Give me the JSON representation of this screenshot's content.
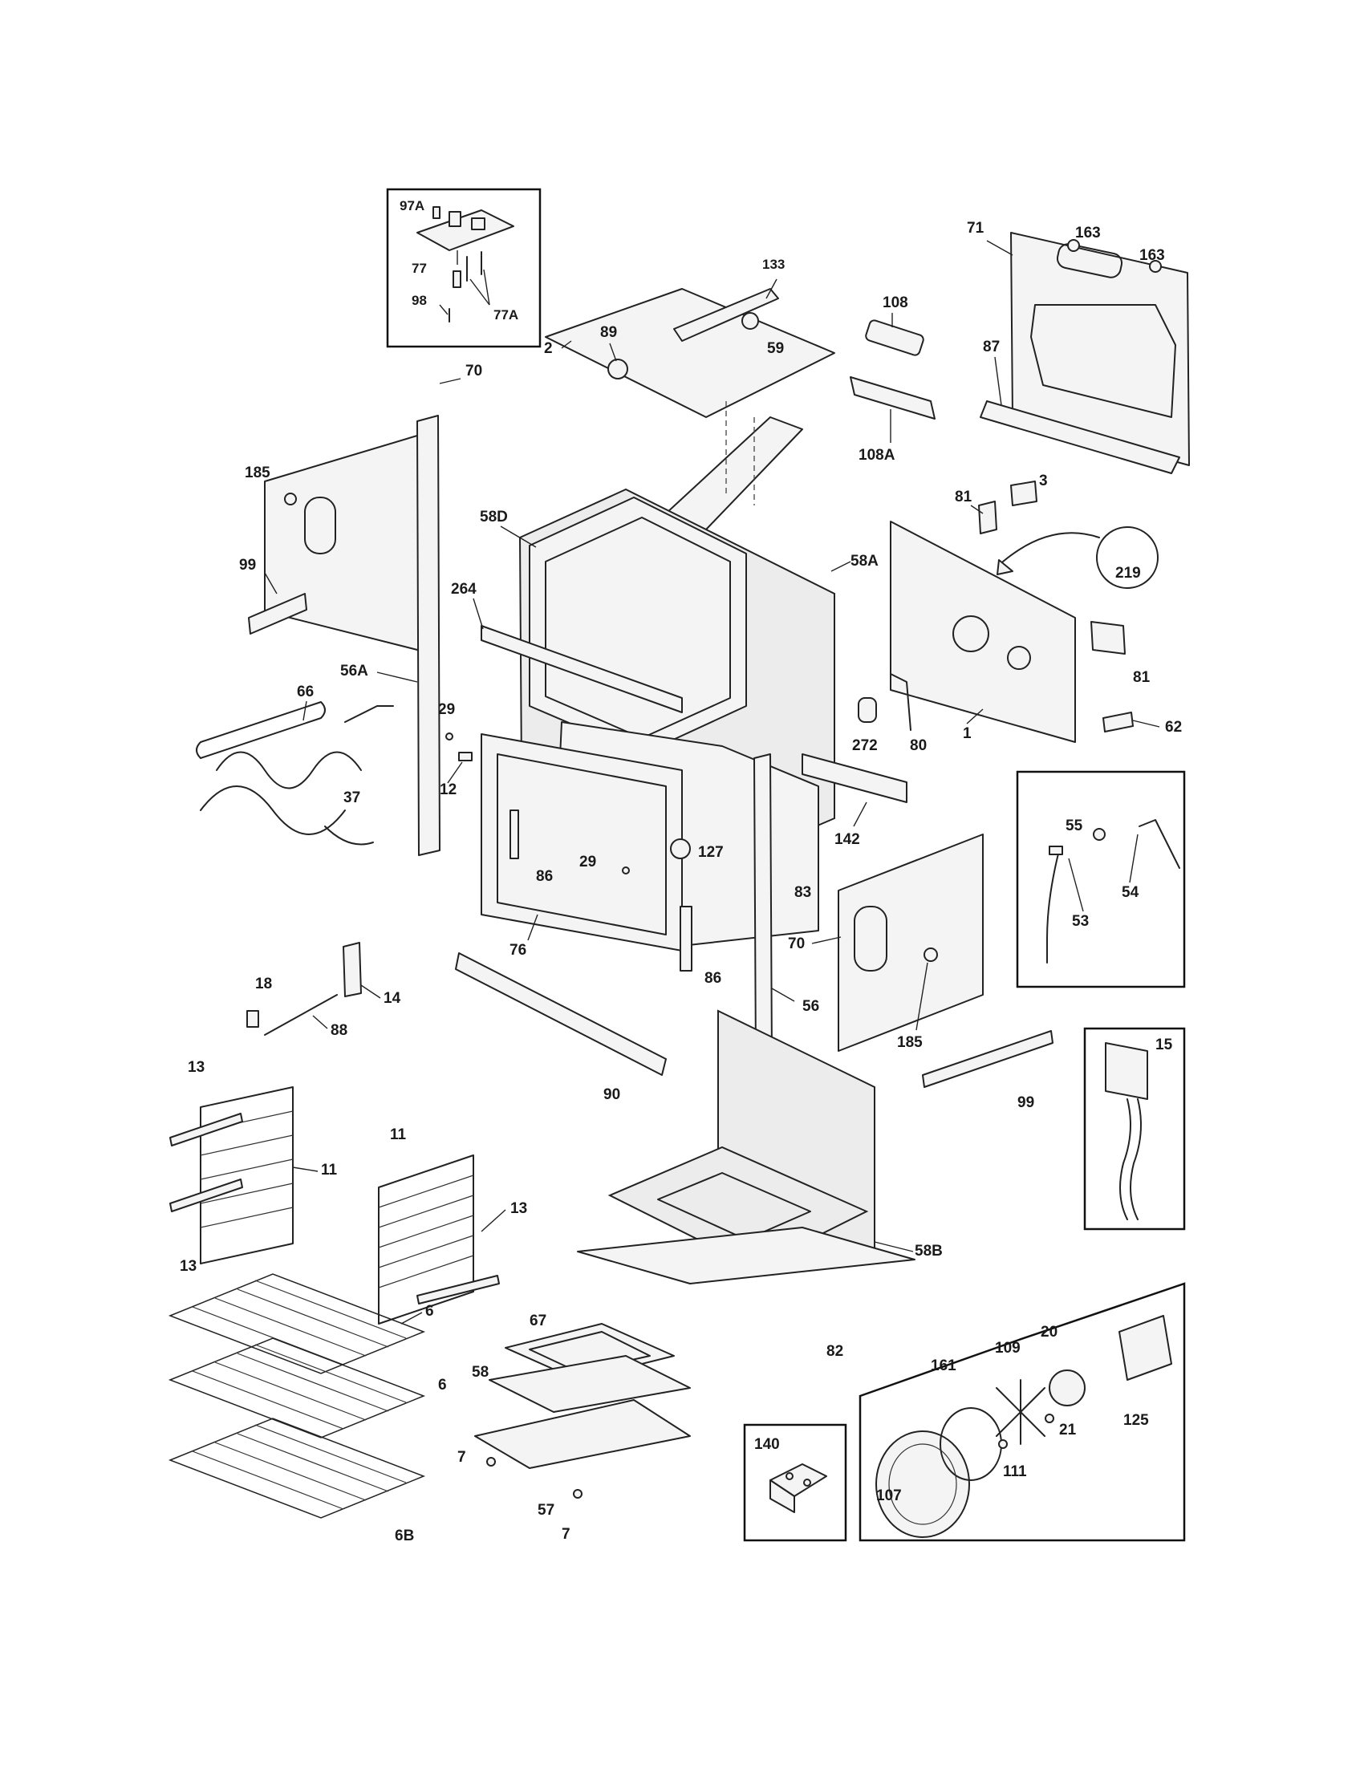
{
  "inset_boxes": {
    "control_board": "97A",
    "sensor": "53/54/55",
    "relay": "15",
    "bracket": "140",
    "convection_fan": "107-161"
  },
  "labels": {
    "l97A": "97A",
    "l77": "77",
    "l77A": "77A",
    "l98": "98",
    "l163a": "163",
    "l163b": "163",
    "l71": "71",
    "l108": "108",
    "l108A": "108A",
    "l87": "87",
    "l133": "133",
    "l89": "89",
    "l2": "2",
    "l59": "59",
    "l185a": "185",
    "l70a": "70",
    "l99a": "99",
    "l56A": "56A",
    "l66": "66",
    "l37": "37",
    "l29a": "29",
    "l12": "12",
    "l58D": "58D",
    "l264": "264",
    "l58A": "58A",
    "l81a": "81",
    "l3": "3",
    "l219": "219",
    "l81b": "81",
    "l62": "62",
    "l272": "272",
    "l80": "80",
    "l1": "1",
    "l29b": "29",
    "l127": "127",
    "l86a": "86",
    "l86b": "86",
    "l76": "76",
    "l142": "142",
    "l83": "83",
    "l55": "55",
    "l54": "54",
    "l53": "53",
    "l70b": "70",
    "l185b": "185",
    "l56": "56",
    "l18": "18",
    "l14": "14",
    "l88": "88",
    "l90": "90",
    "l15": "15",
    "l99b": "99",
    "l13a": "13",
    "l11a": "11",
    "l11b": "11",
    "l13b": "13",
    "l13c": "13",
    "l58B": "58B",
    "l67": "67",
    "l58": "58",
    "l82": "82",
    "l6a": "6",
    "l6b": "6",
    "l6B": "6B",
    "l7a": "7",
    "l7b": "7",
    "l57": "57",
    "l140": "140",
    "l20": "20",
    "l109": "109",
    "l161": "161",
    "l21": "21",
    "l125": "125",
    "l111": "111",
    "l107": "107"
  }
}
